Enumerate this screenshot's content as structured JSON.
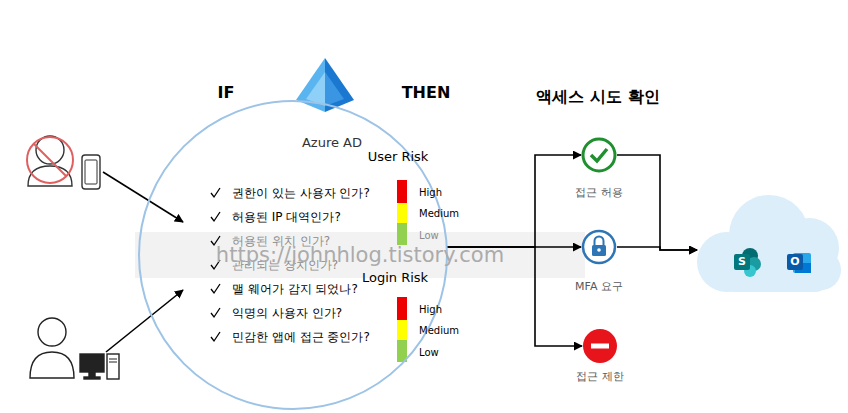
{
  "diagram": {
    "nodes": [
      {
        "text": [
          "IF",
          "THEN",
          "Azure AD",
          "권한이 있는 사용자 인가?",
          "허용된 IP 대역인가?",
          "허용된 위치 인가?",
          "관리되는 장치인가?",
          "맬 웨어가 감지 되었나?",
          "익명의 사용자 인가?",
          "민감한 앱에 접근 중인가?",
          "User Risk",
          "High",
          "Medium",
          "Low",
          "Login Risk",
          "High",
          "Medium",
          "Low"
        ]
      },
      {
        "text": [
          "접근 허용"
        ]
      },
      {
        "text": [
          "MFA 요구"
        ]
      },
      {
        "text": [
          "접근 제한"
        ]
      },
      {
        "text": [
          "S",
          "O"
        ]
      }
    ],
    "edges": [
      {
        "from": 0,
        "to": 1,
        "arrow": "to"
      },
      {
        "from": 0,
        "to": 2,
        "arrow": "to"
      },
      {
        "from": 0,
        "to": 3,
        "arrow": "to"
      },
      {
        "from": 1,
        "to": 4,
        "arrow": "to"
      },
      {
        "from": 2,
        "to": 4,
        "arrow": "to"
      }
    ],
    "labels": [
      "액세스 시도 확인",
      "https://johnhlog.tistory.com"
    ]
  }
}
